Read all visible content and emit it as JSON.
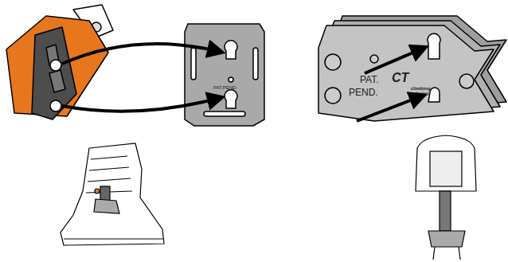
{
  "diagram": {
    "labels": [
      "PAT.PEND.",
      "PAT.",
      "PEND.",
      "CT",
      "climbing",
      "technology"
    ]
  }
}
